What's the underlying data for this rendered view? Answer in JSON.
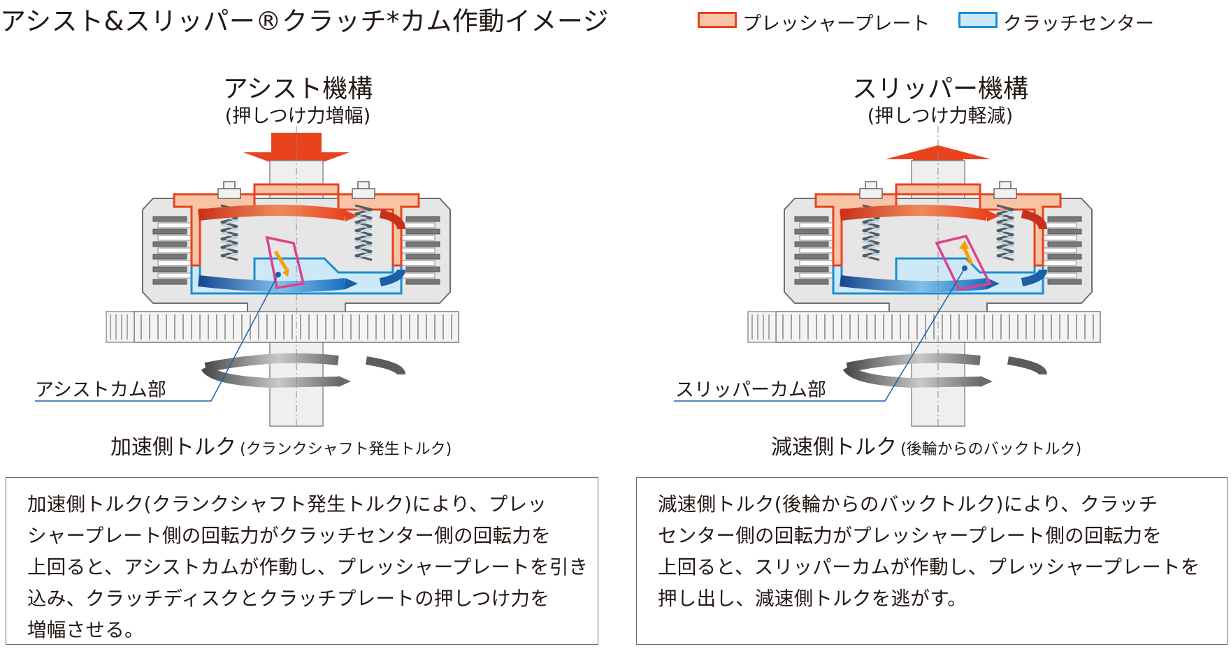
{
  "title": "アシスト&スリッパー®クラッチ*カム作動イメージ",
  "legend": [
    {
      "label": "プレッシャープレート",
      "fill": "#f8c4a6",
      "stroke": "#e8431d"
    },
    {
      "label": "クラッチセンター",
      "fill": "#cde8f6",
      "stroke": "#1a8ed2"
    }
  ],
  "panels": [
    {
      "mechanism": "アシスト機構",
      "subtitle": "(押しつけ力増幅)",
      "callout": "アシストカム部",
      "torque_main": "加速側トルク",
      "torque_note": "(クランクシャフト発生トルク)",
      "description": [
        "加速側トルク(クランクシャフト発生トルク)により、プレッ",
        "シャープレート側の回転力がクラッチセンター側の回転力を",
        "上回ると、アシストカムが作動し、プレッシャープレートを引き",
        "込み、クラッチディスクとクラッチプレートの押しつけ力を",
        "増幅させる。"
      ]
    },
    {
      "mechanism": "スリッパー機構",
      "subtitle": "(押しつけ力軽減)",
      "callout": "スリッパーカム部",
      "torque_main": "減速側トルク",
      "torque_note": "(後輪からのバックトルク)",
      "description": [
        "減速側トルク(後輪からのバックトルク)により、クラッチ",
        "センター側の回転力がプレッシャープレート側の回転力を",
        "上回ると、スリッパーカムが作動し、プレッシャープレートを",
        "押し出し、減速側トルクを逃がす。"
      ]
    }
  ],
  "colors": {
    "assist_arrow": "#e8431d",
    "slipper_arrow": "#e8431d",
    "pressure_fill": "#f8c4a6",
    "pressure_stroke": "#e8431d",
    "center_fill": "#cde8f6",
    "center_stroke": "#1a8ed2",
    "rotation_red": "#c9301a",
    "rotation_blue": "#1a5fa8",
    "cam_highlight": "#e0408c",
    "cam_arrow": "#f5a000",
    "housing": "#e9e9e9",
    "housing_stroke": "#6f6f6f",
    "callout_line": "#1a5fa8"
  }
}
